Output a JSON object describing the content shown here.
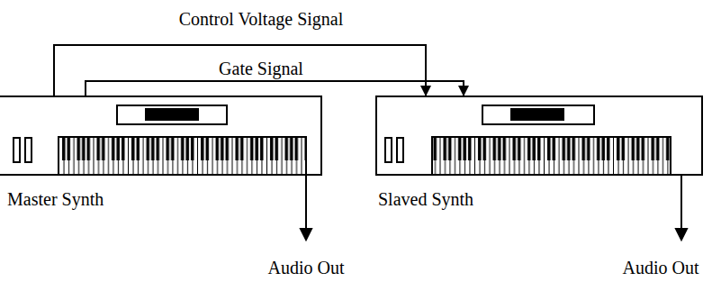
{
  "diagram": {
    "nodes": [
      {
        "text": [
          "Master Synth"
        ]
      },
      {
        "text": [
          "Slaved Synth"
        ]
      }
    ],
    "edges": [
      {
        "from": 0,
        "to": 1,
        "arrow": "to",
        "label": "Control Voltage Signal"
      },
      {
        "from": 0,
        "to": 1,
        "arrow": "to",
        "label": "Gate Signal"
      }
    ],
    "labels": [
      "Audio Out",
      "Audio Out"
    ]
  }
}
